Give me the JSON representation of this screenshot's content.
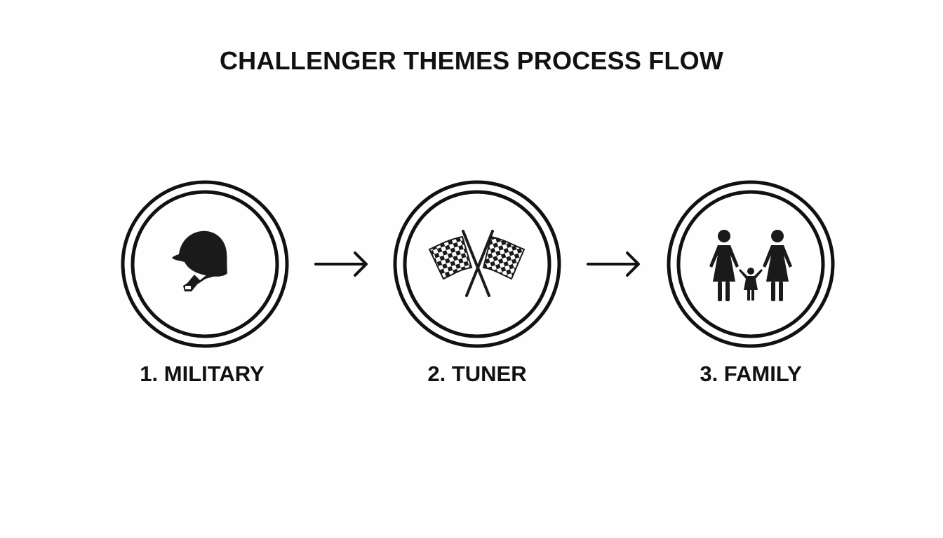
{
  "title": "CHALLENGER THEMES PROCESS FLOW",
  "colors": {
    "ink": "#111111",
    "background": "#fefefe"
  },
  "steps": [
    {
      "number": 1,
      "label": "1. MILITARY",
      "icon": "military-helmet-icon"
    },
    {
      "number": 2,
      "label": "2. TUNER",
      "icon": "checkered-flags-icon"
    },
    {
      "number": 3,
      "label": "3. FAMILY",
      "icon": "family-icon"
    }
  ],
  "connectors": [
    {
      "from": 1,
      "to": 2,
      "icon": "arrow-right-icon"
    },
    {
      "from": 2,
      "to": 3,
      "icon": "arrow-right-icon"
    }
  ]
}
